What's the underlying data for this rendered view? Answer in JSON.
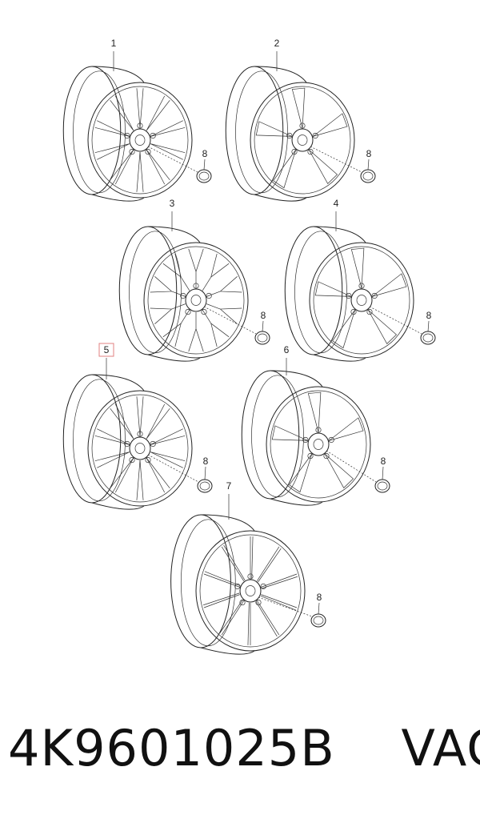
{
  "part": {
    "code": "4K9601025B",
    "brand": "VAG"
  },
  "diagram": {
    "highlighted": "5",
    "wheels": [
      {
        "callout": "1",
        "spokes": 10,
        "style": "twin"
      },
      {
        "callout": "2",
        "spokes": 5,
        "style": "blade"
      },
      {
        "callout": "3",
        "spokes": 10,
        "style": "y"
      },
      {
        "callout": "4",
        "spokes": 5,
        "style": "blade"
      },
      {
        "callout": "5",
        "spokes": 10,
        "style": "twin"
      },
      {
        "callout": "6",
        "spokes": 5,
        "style": "blade"
      },
      {
        "callout": "7",
        "spokes": 10,
        "style": "single"
      }
    ],
    "cap_callout": "8"
  }
}
